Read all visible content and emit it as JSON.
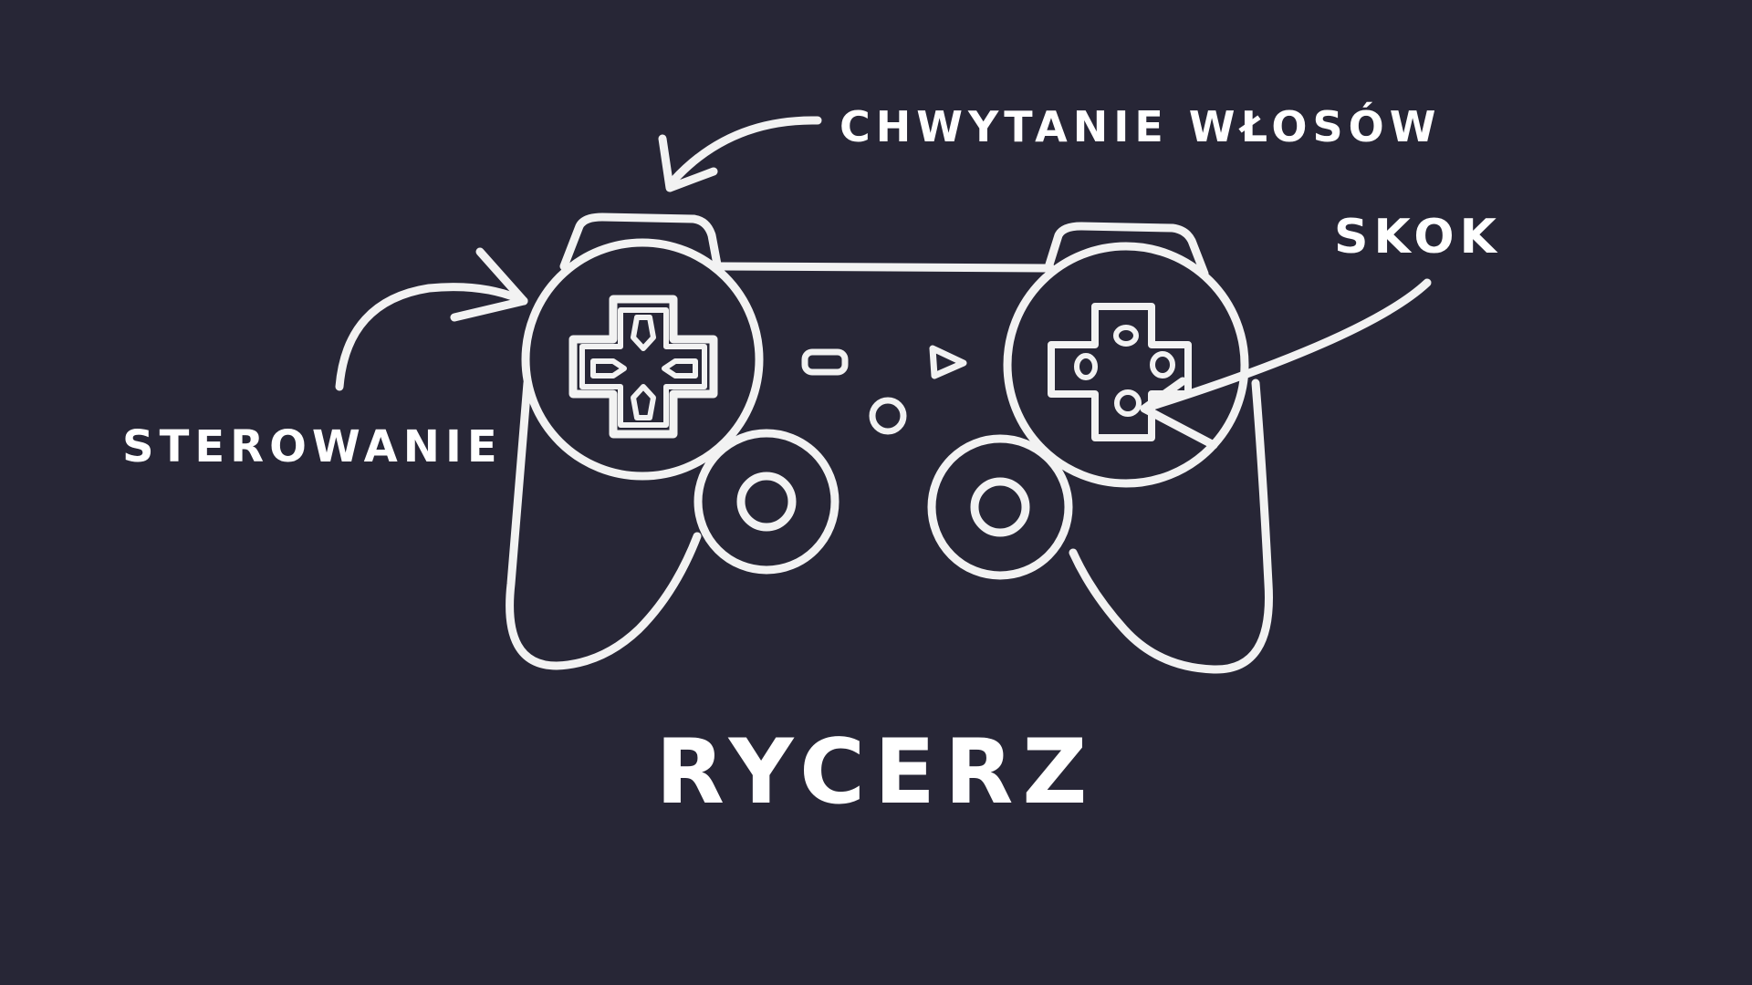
{
  "screen": {
    "title": "RYCERZ",
    "background_color": "#272636",
    "line_color": "#f2f2f2"
  },
  "labels": {
    "grab": "CHWYTANIE WŁOSÓW",
    "jump": "SKOK",
    "move": "STEROWANIE"
  },
  "icons": {
    "controller": "gamepad-icon",
    "dpad": "dpad-icon",
    "face_buttons": "face-buttons-icon"
  }
}
